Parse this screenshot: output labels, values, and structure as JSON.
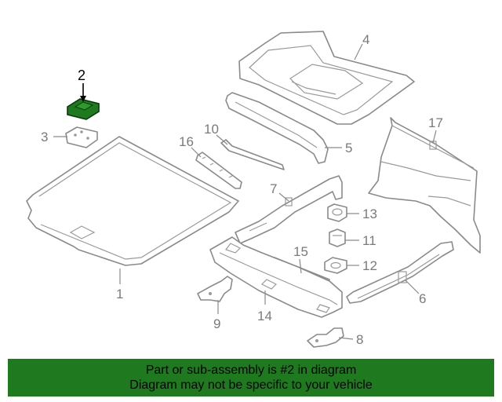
{
  "callouts": {
    "p1": "1",
    "p2": "2",
    "p3": "3",
    "p4": "4",
    "p5": "5",
    "p6": "6",
    "p7": "7",
    "p8": "8",
    "p9": "9",
    "p10": "10",
    "p11": "11",
    "p12": "12",
    "p13": "13",
    "p14": "14",
    "p15": "15",
    "p16": "16",
    "p17": "17"
  },
  "banner": {
    "line1": "Part or sub-assembly is #2 in diagram",
    "line2": "Diagram may not be specific to your vehicle"
  },
  "colors": {
    "highlight": "#1f7a1f",
    "line": "#8a8a8a",
    "label": "#7a7a7a"
  }
}
